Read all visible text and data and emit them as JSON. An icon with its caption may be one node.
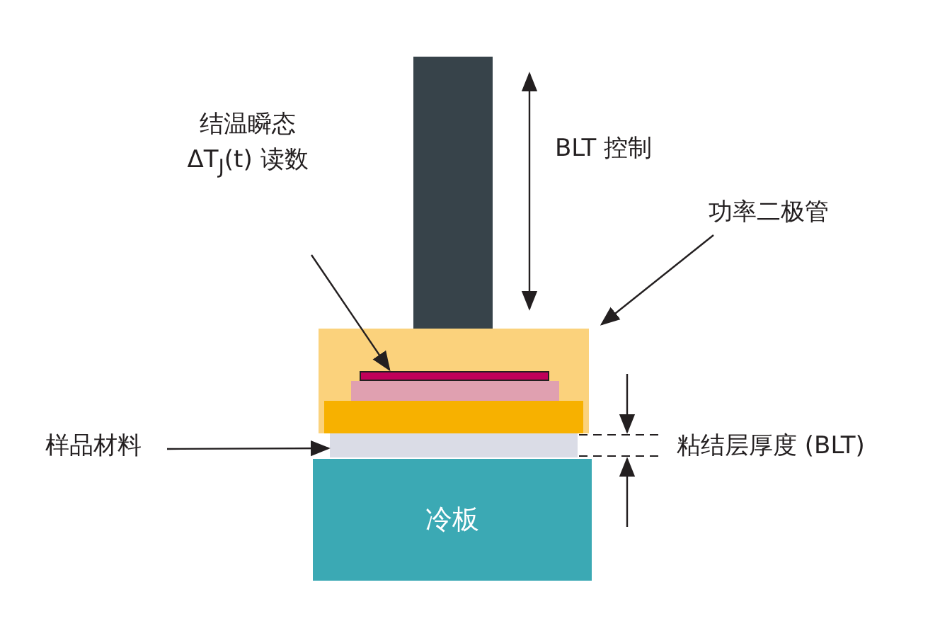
{
  "diagram": {
    "nodes": [
      {
        "text": [
          "结温瞬态 ΔT$_{J}$(t) 读数"
        ]
      },
      {
        "text": [
          "功率二极管"
        ]
      },
      {
        "text": [],
        "shape": "box"
      },
      {
        "text": [],
        "shape": "box"
      },
      {
        "text": [],
        "shape": "box",
        "in": 3
      },
      {
        "text": [],
        "shape": "box",
        "in": 3
      },
      {
        "text": [],
        "shape": "box",
        "in": 3
      },
      {
        "text": [
          "样品材料"
        ]
      },
      {
        "text": [],
        "shape": "box"
      },
      {
        "text": [
          "冷板"
        ]
      }
    ],
    "edges": [
      {
        "from": 0,
        "to": 4,
        "arrow": "to"
      },
      {
        "from": 1,
        "to": 3,
        "arrow": "to"
      },
      {
        "from": 7,
        "to": 8,
        "arrow": "to"
      }
    ],
    "labels": [
      "BLT 控制",
      "粘结层厚度 (BLT)"
    ]
  }
}
